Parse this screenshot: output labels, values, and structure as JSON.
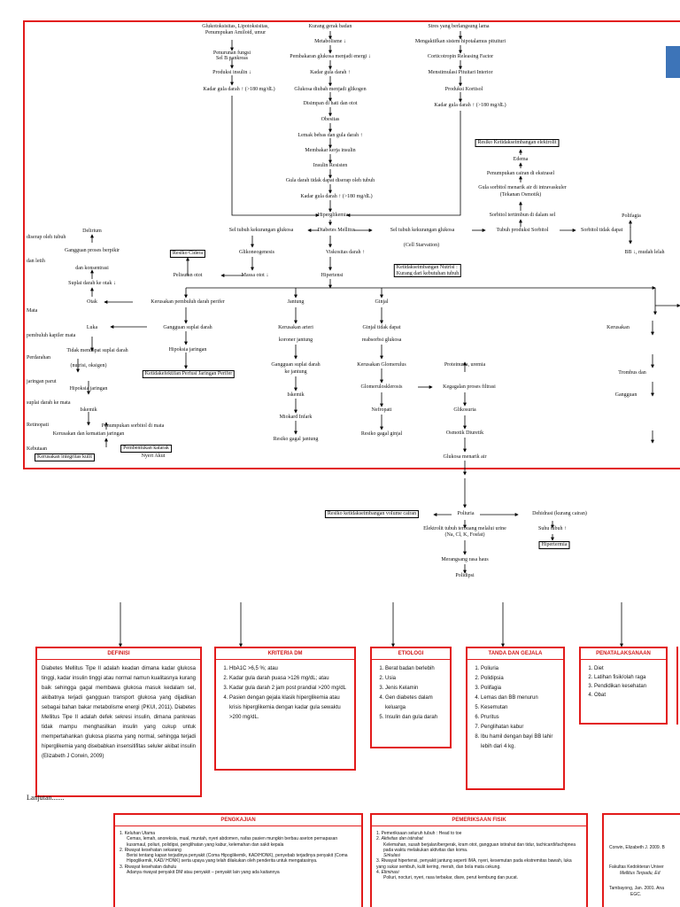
{
  "nodes": {
    "n1": "Glukotoksisitas, Lipotoksisitas,",
    "n2": "Penumpukan Amiloid, umur",
    "n3": "Kurang gerak badan",
    "n4": "Stres yang berlangsung lama",
    "n5": "Penurunan fungsi",
    "n6": "Sel B pankreas",
    "n7": "Metabolisme ↓",
    "n8": "Mengaktifkan sistem hipotalamus pituituri",
    "n9": "Pembakaran glukosa menjadi energi ↓",
    "n10": "Corticotropin Releasing Factor",
    "n11": "Produksi insulin ↓",
    "n12": "Kadar gula darah ↑",
    "n13": "Menstimulasi Pituitari Interior",
    "n14": "Kadar gula darah ↑ (>180 mg/dL)",
    "n15": "Glukosa diubah menjadi glikogen",
    "n16": "Produksi Kortisol",
    "n17": "Disimpan di hati dan otot",
    "n18": "Kadar gula darah ↑ (>180 mg/dL)",
    "n19": "Obesitas",
    "n20": "Lemak bebas dan gula darah ↑",
    "n21": "Resiko Ketidakseimbangan elektrolit",
    "n22": "Membakar kerja insulin",
    "n23": "Edema",
    "n24": "Insulin Resisten",
    "n25": "Penumpukan cairan di ekstrasel",
    "n26": "Gula darah tidak dapat diserap oleh tubuh",
    "n27": "Gula sorbitol menarik air di intravaskuler",
    "n28": "(Tekanan Osmotik)",
    "n29": "Kadar gula darah ↑ (>180 mg/dL)",
    "n30": "Hiperglikemia",
    "n31": "Sorbitol tertimbun di dalam sel",
    "n32": "Polifagia",
    "n33": "Delirium",
    "n34": "Sel tubuh kekurangan glukosa",
    "n35": "Diabetes Mellitus",
    "n36": "Sel tubuh kekurangan glukosa",
    "n37": "Tubuh produksi Sorbitol",
    "n38": "Sorbitol tidak dapat",
    "n39": "diserap oleh tubuh",
    "n40": "Gangguan proses berpikir",
    "n41": "(Cell Starvation)",
    "n42": "Resiko Cidera",
    "n43": "Glikoneogenesis",
    "n44": "Viskositas darah ↑",
    "n45": "BB ↓, mudah lelah",
    "n46": "dan letih",
    "n47": "dan konsentrasi",
    "n48": "Ketidakseimbangan Nutrisi :",
    "n49": "Kurang dari kebutuhan tubuh",
    "n50": "Suplai darah ke otak ↓",
    "n51": "Pelisutan otot",
    "n52": "Massa otot ↓",
    "n53": "Hipertensi",
    "n54": "Mata",
    "n55": "Otak",
    "n56": "Kerusakan pembuluh darah perifer",
    "n57": "Jantung",
    "n58": "Ginjal",
    "n59": "Luka",
    "n60": "Gangguan suplai darah",
    "n61": "Kerusakan arteri",
    "n62": "Ginjal tidak dapat",
    "n63": "Kerusakan",
    "n64": "pembuluh kapiler mata",
    "n65": "koroner jantung",
    "n66": "reabsorbsi glukosa",
    "n67": "Tidak mendapat suplai darah",
    "n68": "Hipoksia jaringan",
    "n69": "Perdarahan",
    "n70": "(nutrisi, oksigen)",
    "n71": "Gangguan suplai darah",
    "n72": "ke jantung",
    "n73": "Kerusakan Glomerulus",
    "n74": "Proteinuria, uremia",
    "n75": "Trombus dan",
    "n76": "jaringan parut",
    "n77": "Ketidakefektifan Perfusi Jaringan Perifer",
    "n78": "Hipoksia jaringan",
    "n79": "Glomerulosklerosis",
    "n80": "Kegagalan proses filtrasi",
    "n81": "Gangguan",
    "n82": "suplai darah ke mata",
    "n83": "Iskemik",
    "n84": "Iskemik",
    "n85": "Nefropati",
    "n86": "Glikosuria",
    "n87": "Retinopati",
    "n88": "Penumpukan sorbitol di mata",
    "n89": "Miokard Infark",
    "n90": "Kerusakan dan kematian jaringan",
    "n91": "Resiko gagal jantung",
    "n92": "Resiko gagal ginjal",
    "n93": "Osmotik Diuretik",
    "n94": "Kebutaan",
    "n95": "Pembentukan katarak",
    "n96": "Kerusakan integritas kulit",
    "n97": "Nyeri Akut",
    "n98": "Glukosa menarik air",
    "n99": "Resiko ketidakseimbangan volume cairan",
    "n100": "Poliuria",
    "n101": "Dehidrasi (kurang cairan)",
    "n102": "Elektrolit tubuh terbuang melalui urine",
    "n103": "(Na, Cl, K, Fosfat)",
    "n104": "Suhu tubuh ↑",
    "n105": "Hipertermia",
    "n106": "Merangsang rasa haus",
    "n107": "Polidipsi"
  },
  "cards": {
    "definisi": {
      "title": "DEFINISI",
      "text": "Diabetes Mellitus Tipe II adalah keadan dimana kadar glukosa tinggi, kadar insulin tinggi atau normal namun kualitasnya kurang baik sehingga gagal membawa glukosa masuk kedalam sel, akibatnya terjadi gangguan transport glukosa yang dijadikan sebagai bahan bakar metabolisme energi (PKUI, 2011). Diabetes Mellitus Tipe II adalah defek sekresi insulin, dimana pankreas tidak mampu menghasilkan insulin yang cukup untuk mempertahankan glukosa plasma yang normal, sehingga terjadi hiperglikemia yang disebabkan insensitifitas seluler akibat insulin (Elizabeth J Corwin, 2009)"
    },
    "kriteria": {
      "title": "KRITERIA DM",
      "items": [
        "HbA1C >6,5 %; atau",
        "Kadar gula darah puasa >126 mg/dL; atau",
        "Kadar gula darah 2 jam post prandial >200 mg/dL",
        "Pasien dengan gejala klasik hiperglikemia atau krisis hiperglikemia dengan kadar gula sewaktu >200 mg/dL."
      ]
    },
    "etiologi": {
      "title": "ETIOLOGI",
      "items": [
        "Berat badan berlebih",
        "Usia",
        "Jenis Kelamin",
        "Gen diabetes dalam keluarga",
        "Insulin dan gula darah"
      ]
    },
    "tanda": {
      "title": "TANDA DAN GEJALA",
      "items": [
        "Poliuria",
        "Polidipsia",
        "Polifagia",
        "Lemas dan BB menurun",
        "Kesemutan",
        "Pruritus",
        "Penglihatan kabur",
        "Ibu hamil dengan bayi BB lahir lebih dari 4 kg."
      ]
    },
    "penatalaksanaan": {
      "title": "PENATALAKSANAAN",
      "items": [
        "Diet",
        "Latihan fisik/olah raga",
        "Pendidikan kesehatan",
        "Obat"
      ]
    },
    "pengkajian": {
      "title": "PENGKAJIAN",
      "items": [
        "Keluhan Utama",
        "Cemas, lemah, anoreksia, mual, muntah, nyeri abdomen, nafas pasien mungkin berbau aseton pernapasan kussmaul, poliuri, polidipsi, penglihatan yang kabur, kelemahan dan sakit kepala",
        "Riwayat kesehatan sekarang",
        "Berisi tentang kapan terjadinya penyakit (Coma Hipoglikemik, KAD/HONK), penyebab terjadinya penyakit (Coma Hipoglikemik, KAD/ HONK) serta upaya yang telah dilakukan oleh penderita untuk mengatasinya.",
        "Riwayat kesehatan dahulu",
        "Adanya riwayat penyakit DM atau penyakit – penyakit lain yang ada kaitannya"
      ]
    },
    "pemeriksaan": {
      "title": "PEMERIKSAAN FISIK",
      "items": [
        "Pemeriksaan seluruh tubuh : Head to toe",
        "Aktivitas dan istirahat",
        "Kelemahan, susah berjalan/bergerak, kram otot, gangguan istirahat dan tidur, tachicardi/tachipnea pada waktu melakukan aktivitas dan koma.",
        "Sirkulasi",
        "Riwayat hipertensi, penyakit jantung seperti IMA, nyeri, kesemutan pada ekstremitas bawah, luka yang sukar sembuh, kulit kering, merah, dan bola mata cekung.",
        "Eliminasi",
        "Poliuri, nocturi, nyeri, rasa terbakar, diare, perut kembung dan pucat."
      ]
    }
  },
  "lanjutan": "Lanjutan.......",
  "references": [
    "Corwin, Elizabeth J. 2009. B",
    "Fakultas Kedokteran Univer",
    "Mellitus Terpadu, Ed",
    "Tambayong, Jan. 2001. Ana",
    "EGC."
  ],
  "colors": {
    "card_border": "#e21b1b",
    "flow_border": "#e21b1b",
    "accent_blue": "#3d74b8"
  }
}
